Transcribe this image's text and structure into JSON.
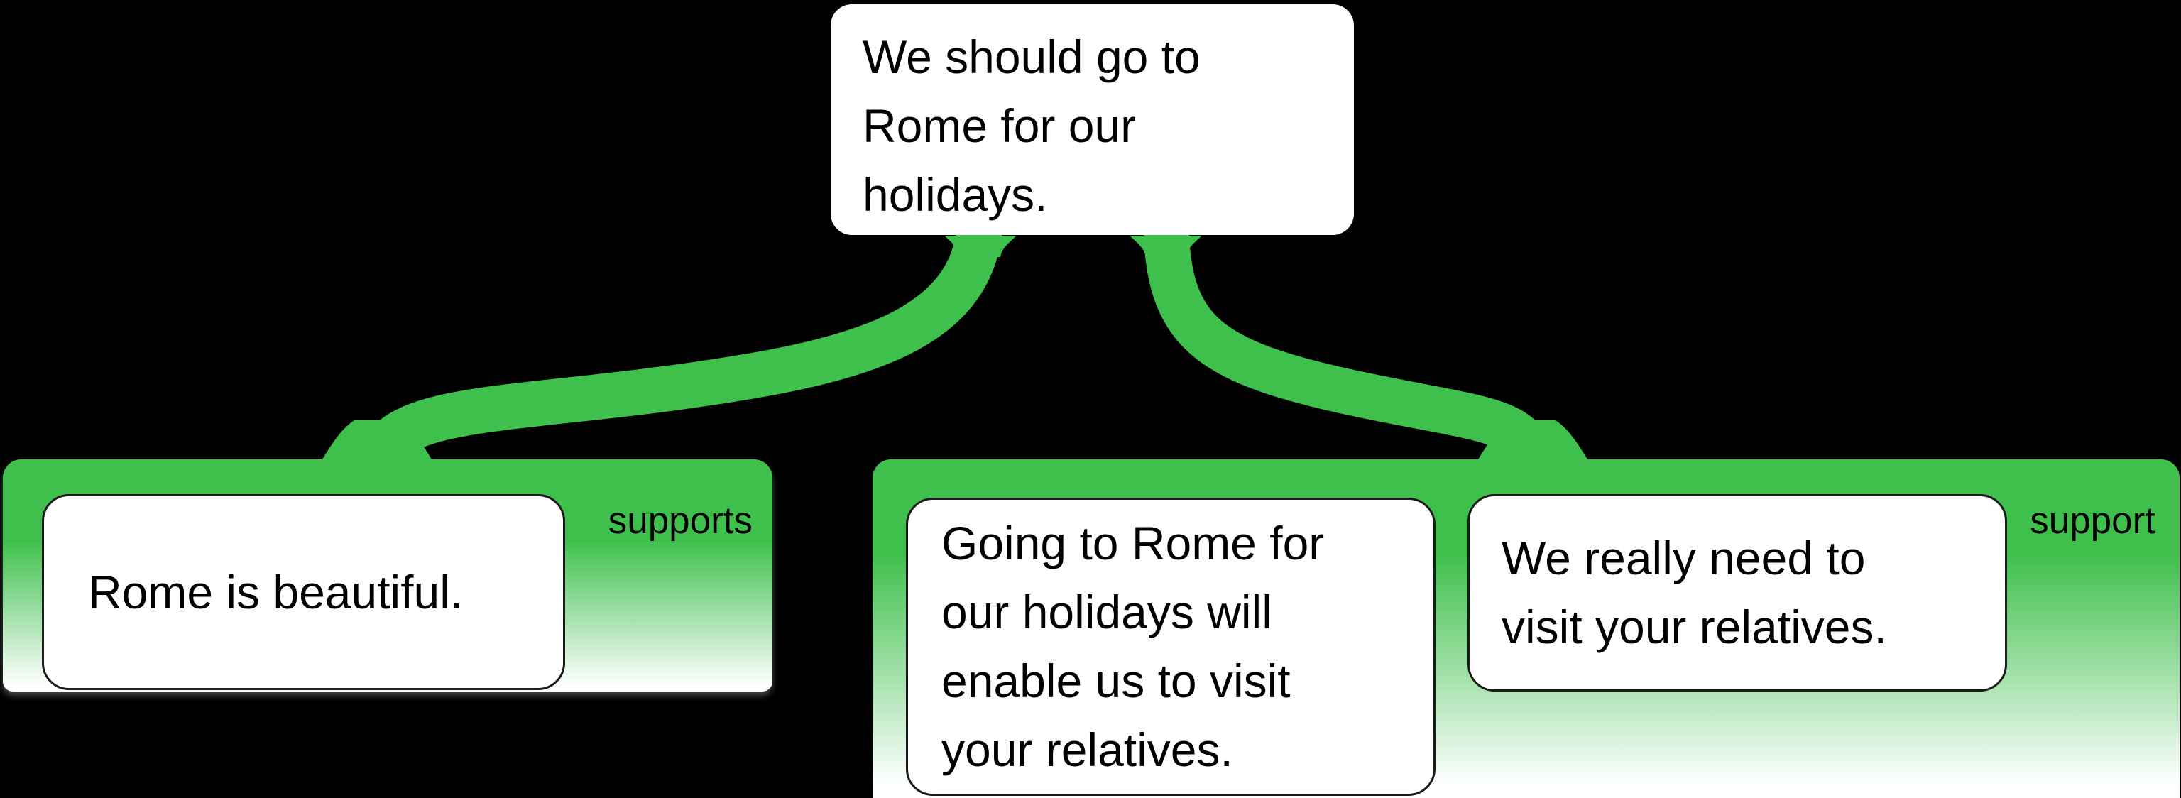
{
  "colors": {
    "background": "#000000",
    "accent_green": "#3fc04d",
    "statement_fill": "#ffffff",
    "statement_border": "#1a1a1a",
    "text": "#000000"
  },
  "thesis": {
    "text": "We should go to Rome for our holidays.",
    "lines": [
      "We should go to",
      "Rome for our",
      "holidays."
    ]
  },
  "reason_groups": [
    {
      "relation_label": "supports",
      "statements": [
        {
          "text": "Rome is beautiful.",
          "lines": [
            "Rome is beautiful."
          ]
        }
      ]
    },
    {
      "relation_label": "support",
      "statements": [
        {
          "text": "Going to Rome for our holidays will enable us to visit your relatives.",
          "lines": [
            "Going to Rome for",
            "our holidays will",
            "enable us to visit",
            "your relatives."
          ]
        },
        {
          "text": "We really need to visit your relatives.",
          "lines": [
            "We really need to",
            "visit your relatives."
          ]
        }
      ]
    }
  ]
}
